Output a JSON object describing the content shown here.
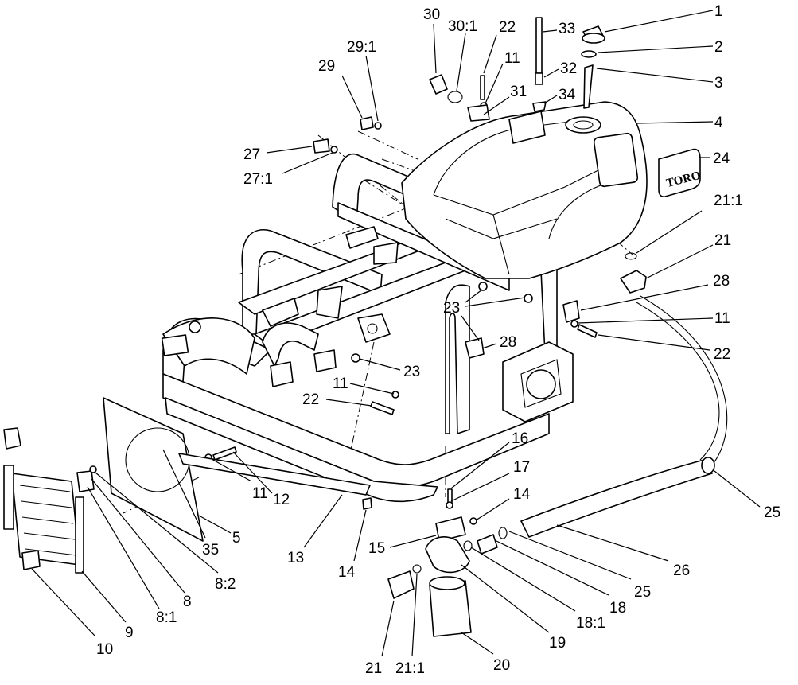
{
  "logo": "TORO",
  "callouts": [
    {
      "id": "c1",
      "label": "1"
    },
    {
      "id": "c2",
      "label": "2"
    },
    {
      "id": "c3",
      "label": "3"
    },
    {
      "id": "c4",
      "label": "4"
    },
    {
      "id": "c24",
      "label": "24"
    },
    {
      "id": "c21-1-top",
      "label": "21:1"
    },
    {
      "id": "c21-top",
      "label": "21"
    },
    {
      "id": "c28-right",
      "label": "28"
    },
    {
      "id": "c11-right",
      "label": "11"
    },
    {
      "id": "c22-right",
      "label": "22"
    },
    {
      "id": "c30",
      "label": "30"
    },
    {
      "id": "c30-1",
      "label": "30:1"
    },
    {
      "id": "c22-top",
      "label": "22"
    },
    {
      "id": "c33",
      "label": "33"
    },
    {
      "id": "c11-top",
      "label": "11"
    },
    {
      "id": "c32",
      "label": "32"
    },
    {
      "id": "c31",
      "label": "31"
    },
    {
      "id": "c34",
      "label": "34"
    },
    {
      "id": "c29",
      "label": "29"
    },
    {
      "id": "c29-1",
      "label": "29:1"
    },
    {
      "id": "c27",
      "label": "27"
    },
    {
      "id": "c27-1",
      "label": "27:1"
    },
    {
      "id": "c23-upper",
      "label": "23"
    },
    {
      "id": "c28-mid",
      "label": "28"
    },
    {
      "id": "c23-lower",
      "label": "23"
    },
    {
      "id": "c11-mid",
      "label": "11"
    },
    {
      "id": "c22-mid",
      "label": "22"
    },
    {
      "id": "c16",
      "label": "16"
    },
    {
      "id": "c17",
      "label": "17"
    },
    {
      "id": "c14-right",
      "label": "14"
    },
    {
      "id": "c15",
      "label": "15"
    },
    {
      "id": "c12",
      "label": "12"
    },
    {
      "id": "c11-lower",
      "label": "11"
    },
    {
      "id": "c5",
      "label": "5"
    },
    {
      "id": "c35",
      "label": "35"
    },
    {
      "id": "c13",
      "label": "13"
    },
    {
      "id": "c14-left",
      "label": "14"
    },
    {
      "id": "c8-2",
      "label": "8:2"
    },
    {
      "id": "c8",
      "label": "8"
    },
    {
      "id": "c8-1",
      "label": "8:1"
    },
    {
      "id": "c9",
      "label": "9"
    },
    {
      "id": "c10",
      "label": "10"
    },
    {
      "id": "c21-bottom",
      "label": "21"
    },
    {
      "id": "c21-1-bottom",
      "label": "21:1"
    },
    {
      "id": "c20",
      "label": "20"
    },
    {
      "id": "c19",
      "label": "19"
    },
    {
      "id": "c18-1",
      "label": "18:1"
    },
    {
      "id": "c18",
      "label": "18"
    },
    {
      "id": "c25-lower",
      "label": "25"
    },
    {
      "id": "c26",
      "label": "26"
    },
    {
      "id": "c25-right",
      "label": "25"
    }
  ]
}
